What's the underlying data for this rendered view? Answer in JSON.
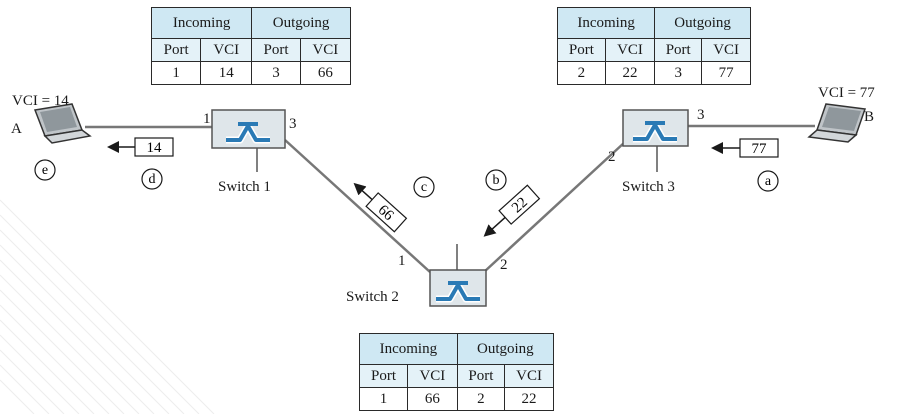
{
  "tables": {
    "switch_1": {
      "header": [
        "Incoming",
        "Outgoing"
      ],
      "columns": [
        "Port",
        "VCI",
        "Port",
        "VCI"
      ],
      "rows": [
        [
          "1",
          "14",
          "3",
          "66"
        ]
      ]
    },
    "switch_3": {
      "header": [
        "Incoming",
        "Outgoing"
      ],
      "columns": [
        "Port",
        "VCI",
        "Port",
        "VCI"
      ],
      "rows": [
        [
          "2",
          "22",
          "3",
          "77"
        ]
      ]
    },
    "switch_2": {
      "header": [
        "Incoming",
        "Outgoing"
      ],
      "columns": [
        "Port",
        "VCI",
        "Port",
        "VCI"
      ],
      "rows": [
        [
          "1",
          "66",
          "2",
          "22"
        ]
      ]
    }
  },
  "switches": {
    "switch_1": {
      "name": "Switch 1",
      "port_left": "1",
      "port_right": "3"
    },
    "switch_2": {
      "name": "Switch 2",
      "port_left": "1",
      "port_right": "2"
    },
    "switch_3": {
      "name": "Switch 3",
      "port_left": "2",
      "port_right": "3"
    }
  },
  "hosts": {
    "a": {
      "name": "A",
      "vci_label": "VCI = 14"
    },
    "b": {
      "name": "B",
      "vci_label": "VCI = 77"
    }
  },
  "frames": {
    "d": "14",
    "c": "66",
    "b": "22",
    "a": "77"
  },
  "steps": [
    "a",
    "b",
    "c",
    "d",
    "e"
  ],
  "colors": {
    "table_header": "#cfe8f3",
    "table_subheader": "#e4f2f8",
    "switch_box": "#dfe6ea",
    "switch_symbol": "#2a7ab5",
    "link_line": "#777777"
  }
}
